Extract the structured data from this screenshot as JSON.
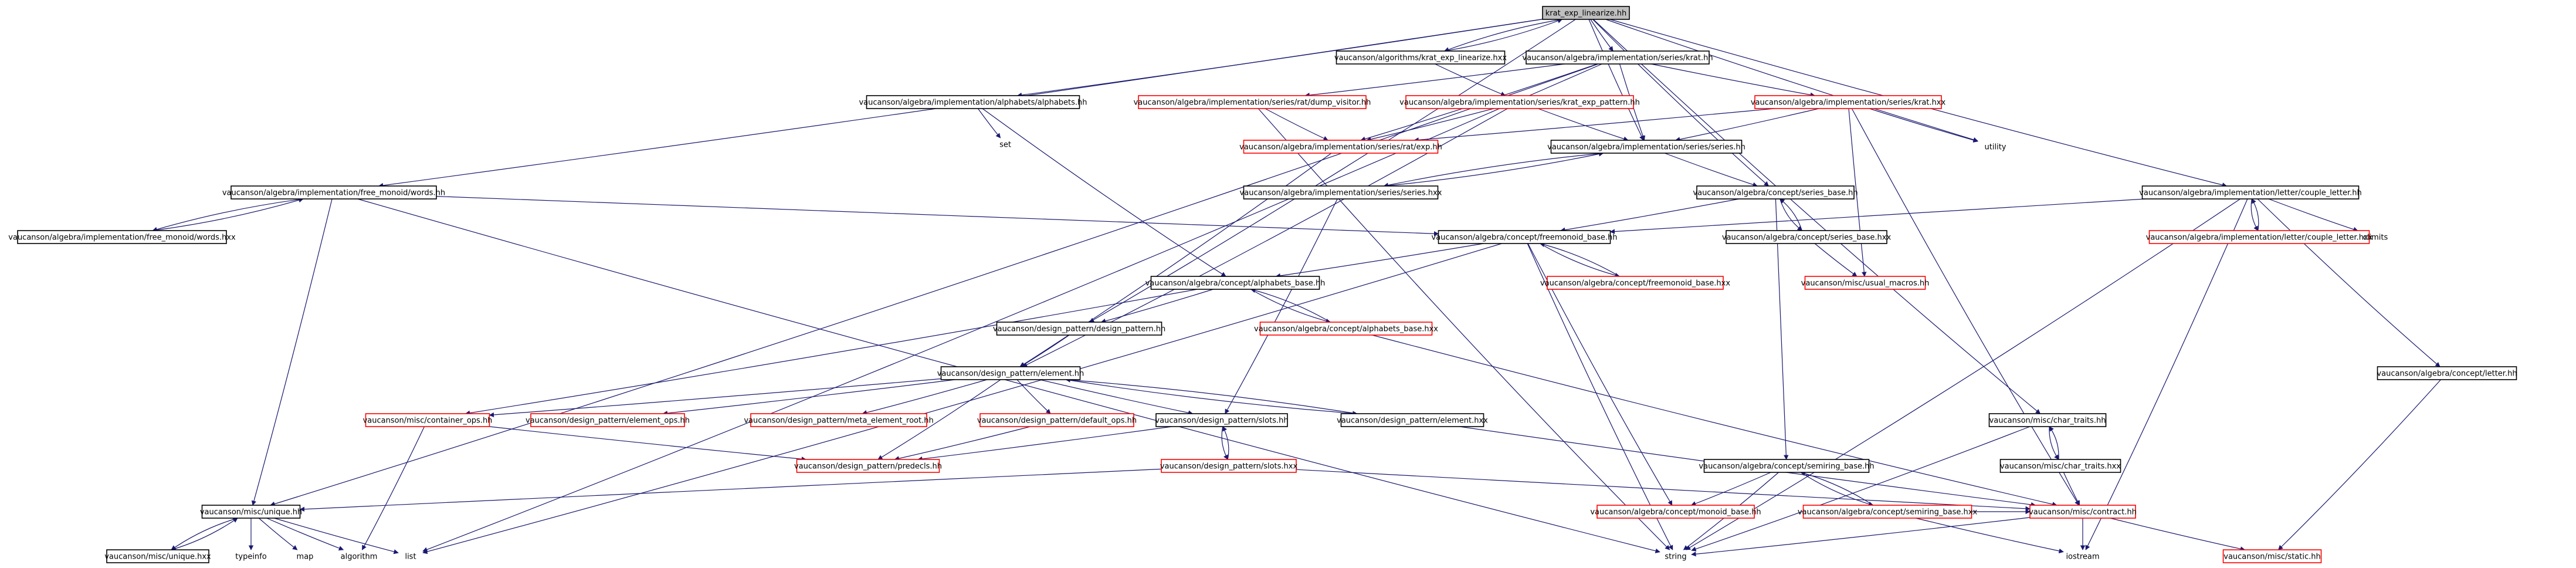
{
  "graph": {
    "edge_color": "#191970",
    "documented_border": "#000000",
    "undocumented_border": "#ff0000",
    "root_fill": "#bfbfbf",
    "nodes": [
      {
        "id": "root",
        "label": "krat_exp_linearize.hh",
        "kind": "root"
      },
      {
        "id": "alg_krat_exp_lin_hxx",
        "label": "vaucanson/algorithms/krat_exp_linearize.hxx",
        "kind": "doc"
      },
      {
        "id": "series_krat_hh",
        "label": "vaucanson/algebra/implementation/series/krat.hh",
        "kind": "doc"
      },
      {
        "id": "alphabets_hh",
        "label": "vaucanson/algebra/implementation/alphabets/alphabets.hh",
        "kind": "doc"
      },
      {
        "id": "dump_visitor",
        "label": "vaucanson/algebra/implementation/series/rat/dump_visitor.hh",
        "kind": "undoc"
      },
      {
        "id": "krat_exp_pattern",
        "label": "vaucanson/algebra/implementation/series/krat_exp_pattern.hh",
        "kind": "undoc"
      },
      {
        "id": "krat_hxx",
        "label": "vaucanson/algebra/implementation/series/krat.hxx",
        "kind": "undoc"
      },
      {
        "id": "set",
        "label": "set",
        "kind": "ext"
      },
      {
        "id": "utility",
        "label": "utility",
        "kind": "ext"
      },
      {
        "id": "rat_exp",
        "label": "vaucanson/algebra/implementation/series/rat/exp.hh",
        "kind": "undoc"
      },
      {
        "id": "series_hh",
        "label": "vaucanson/algebra/implementation/series/series.hh",
        "kind": "doc"
      },
      {
        "id": "series_hxx",
        "label": "vaucanson/algebra/implementation/series/series.hxx",
        "kind": "doc"
      },
      {
        "id": "words_hh",
        "label": "vaucanson/algebra/implementation/free_monoid/words.hh",
        "kind": "doc"
      },
      {
        "id": "words_hxx",
        "label": "vaucanson/algebra/implementation/free_monoid/words.hxx",
        "kind": "doc"
      },
      {
        "id": "series_base_hh",
        "label": "vaucanson/algebra/concept/series_base.hh",
        "kind": "doc"
      },
      {
        "id": "couple_letter_hh",
        "label": "vaucanson/algebra/implementation/letter/couple_letter.hh",
        "kind": "doc"
      },
      {
        "id": "couple_letter_hxx",
        "label": "vaucanson/algebra/implementation/letter/couple_letter.hxx",
        "kind": "undoc"
      },
      {
        "id": "climits",
        "label": "climits",
        "kind": "ext"
      },
      {
        "id": "freemonoid_base_hh",
        "label": "vaucanson/algebra/concept/freemonoid_base.hh",
        "kind": "doc"
      },
      {
        "id": "series_base_hxx",
        "label": "vaucanson/algebra/concept/series_base.hxx",
        "kind": "doc"
      },
      {
        "id": "freemonoid_base_hxx",
        "label": "vaucanson/algebra/concept/freemonoid_base.hxx",
        "kind": "undoc"
      },
      {
        "id": "usual_macros",
        "label": "vaucanson/misc/usual_macros.hh",
        "kind": "undoc"
      },
      {
        "id": "alphabets_base_hh",
        "label": "vaucanson/algebra/concept/alphabets_base.hh",
        "kind": "doc"
      },
      {
        "id": "alphabets_base_hxx",
        "label": "vaucanson/algebra/concept/alphabets_base.hxx",
        "kind": "undoc"
      },
      {
        "id": "design_pattern_hh",
        "label": "vaucanson/design_pattern/design_pattern.hh",
        "kind": "doc"
      },
      {
        "id": "letter_hh",
        "label": "vaucanson/algebra/concept/letter.hh",
        "kind": "doc"
      },
      {
        "id": "element_hh",
        "label": "vaucanson/design_pattern/element.hh",
        "kind": "doc"
      },
      {
        "id": "container_ops",
        "label": "vaucanson/misc/container_ops.hh",
        "kind": "undoc"
      },
      {
        "id": "element_ops",
        "label": "vaucanson/design_pattern/element_ops.hh",
        "kind": "undoc"
      },
      {
        "id": "meta_element_root",
        "label": "vaucanson/design_pattern/meta_element_root.hh",
        "kind": "undoc"
      },
      {
        "id": "default_ops",
        "label": "vaucanson/design_pattern/default_ops.hh",
        "kind": "undoc"
      },
      {
        "id": "slots_hh",
        "label": "vaucanson/design_pattern/slots.hh",
        "kind": "doc"
      },
      {
        "id": "element_hxx",
        "label": "vaucanson/design_pattern/element.hxx",
        "kind": "doc"
      },
      {
        "id": "char_traits_hh",
        "label": "vaucanson/misc/char_traits.hh",
        "kind": "doc"
      },
      {
        "id": "char_traits_hxx",
        "label": "vaucanson/misc/char_traits.hxx",
        "kind": "doc"
      },
      {
        "id": "predecls",
        "label": "vaucanson/design_pattern/predecls.hh",
        "kind": "undoc"
      },
      {
        "id": "slots_hxx",
        "label": "vaucanson/design_pattern/slots.hxx",
        "kind": "undoc"
      },
      {
        "id": "semiring_base_hh",
        "label": "vaucanson/algebra/concept/semiring_base.hh",
        "kind": "doc"
      },
      {
        "id": "unique_hh",
        "label": "vaucanson/misc/unique.hh",
        "kind": "doc"
      },
      {
        "id": "monoid_base",
        "label": "vaucanson/algebra/concept/monoid_base.hh",
        "kind": "undoc"
      },
      {
        "id": "semiring_base_hxx",
        "label": "vaucanson/algebra/concept/semiring_base.hxx",
        "kind": "undoc"
      },
      {
        "id": "contract_hh",
        "label": "vaucanson/misc/contract.hh",
        "kind": "undoc"
      },
      {
        "id": "unique_hxx",
        "label": "vaucanson/misc/unique.hxx",
        "kind": "doc"
      },
      {
        "id": "typeinfo",
        "label": "typeinfo",
        "kind": "ext"
      },
      {
        "id": "map",
        "label": "map",
        "kind": "ext"
      },
      {
        "id": "algorithm",
        "label": "algorithm",
        "kind": "ext"
      },
      {
        "id": "list",
        "label": "list",
        "kind": "ext"
      },
      {
        "id": "string",
        "label": "string",
        "kind": "ext"
      },
      {
        "id": "iostream",
        "label": "iostream",
        "kind": "ext"
      },
      {
        "id": "static_hh",
        "label": "vaucanson/misc/static.hh",
        "kind": "undoc"
      }
    ],
    "edges": [
      [
        "root",
        "alg_krat_exp_lin_hxx"
      ],
      [
        "alg_krat_exp_lin_hxx",
        "root"
      ],
      [
        "root",
        "series_krat_hh"
      ],
      [
        "root",
        "alphabets_hh"
      ],
      [
        "root",
        "words_hh"
      ],
      [
        "root",
        "couple_letter_hh"
      ],
      [
        "root",
        "char_traits_hh"
      ],
      [
        "root",
        "series_hh"
      ],
      [
        "root",
        "series_base_hh"
      ],
      [
        "root",
        "design_pattern_hh"
      ],
      [
        "root",
        "utility"
      ],
      [
        "alg_krat_exp_lin_hxx",
        "krat_exp_pattern"
      ],
      [
        "series_krat_hh",
        "dump_visitor"
      ],
      [
        "series_krat_hh",
        "krat_hxx"
      ],
      [
        "series_krat_hh",
        "rat_exp"
      ],
      [
        "series_krat_hh",
        "series_hh"
      ],
      [
        "series_krat_hh",
        "unique_hh"
      ],
      [
        "series_krat_hh",
        "list"
      ],
      [
        "alphabets_hh",
        "set"
      ],
      [
        "alphabets_hh",
        "alphabets_base_hh"
      ],
      [
        "dump_visitor",
        "rat_exp"
      ],
      [
        "dump_visitor",
        "string"
      ],
      [
        "krat_exp_pattern",
        "rat_exp"
      ],
      [
        "krat_exp_pattern",
        "series_hh"
      ],
      [
        "krat_exp_pattern",
        "element_hh"
      ],
      [
        "krat_hxx",
        "rat_exp"
      ],
      [
        "krat_hxx",
        "series_hh"
      ],
      [
        "krat_hxx",
        "utility"
      ],
      [
        "krat_hxx",
        "usual_macros"
      ],
      [
        "krat_hxx",
        "contract_hh"
      ],
      [
        "rat_exp",
        "element_hh"
      ],
      [
        "series_hh",
        "series_hxx"
      ],
      [
        "series_hxx",
        "series_hh"
      ],
      [
        "series_hh",
        "series_base_hh"
      ],
      [
        "series_hxx",
        "slots_hh"
      ],
      [
        "words_hh",
        "words_hxx"
      ],
      [
        "words_hxx",
        "words_hh"
      ],
      [
        "words_hh",
        "freemonoid_base_hh"
      ],
      [
        "words_hh",
        "unique_hh"
      ],
      [
        "words_hh",
        "string"
      ],
      [
        "series_base_hh",
        "freemonoid_base_hh"
      ],
      [
        "series_base_hh",
        "series_base_hxx"
      ],
      [
        "series_base_hxx",
        "series_base_hh"
      ],
      [
        "series_base_hh",
        "semiring_base_hh"
      ],
      [
        "series_base_hxx",
        "usual_macros"
      ],
      [
        "couple_letter_hh",
        "couple_letter_hxx"
      ],
      [
        "couple_letter_hxx",
        "couple_letter_hh"
      ],
      [
        "couple_letter_hh",
        "climits"
      ],
      [
        "couple_letter_hh",
        "freemonoid_base_hh"
      ],
      [
        "couple_letter_hh",
        "letter_hh"
      ],
      [
        "couple_letter_hh",
        "string"
      ],
      [
        "couple_letter_hh",
        "iostream"
      ],
      [
        "freemonoid_base_hh",
        "freemonoid_base_hxx"
      ],
      [
        "freemonoid_base_hxx",
        "freemonoid_base_hh"
      ],
      [
        "freemonoid_base_hh",
        "alphabets_base_hh"
      ],
      [
        "freemonoid_base_hh",
        "monoid_base"
      ],
      [
        "freemonoid_base_hh",
        "string"
      ],
      [
        "freemonoid_base_hh",
        "list"
      ],
      [
        "alphabets_base_hh",
        "alphabets_base_hxx"
      ],
      [
        "alphabets_base_hxx",
        "alphabets_base_hh"
      ],
      [
        "alphabets_base_hh",
        "design_pattern_hh"
      ],
      [
        "alphabets_base_hh",
        "container_ops"
      ],
      [
        "alphabets_base_hxx",
        "contract_hh"
      ],
      [
        "design_pattern_hh",
        "element_hh"
      ],
      [
        "letter_hh",
        "static_hh"
      ],
      [
        "element_hh",
        "element_hxx"
      ],
      [
        "element_hxx",
        "element_hh"
      ],
      [
        "element_hh",
        "container_ops"
      ],
      [
        "element_hh",
        "element_ops"
      ],
      [
        "element_hh",
        "meta_element_root"
      ],
      [
        "element_hh",
        "default_ops"
      ],
      [
        "element_hh",
        "slots_hh"
      ],
      [
        "element_hh",
        "predecls"
      ],
      [
        "container_ops",
        "predecls"
      ],
      [
        "container_ops",
        "algorithm"
      ],
      [
        "default_ops",
        "predecls"
      ],
      [
        "element_hxx",
        "contract_hh"
      ],
      [
        "slots_hh",
        "slots_hxx"
      ],
      [
        "slots_hxx",
        "slots_hh"
      ],
      [
        "slots_hh",
        "predecls"
      ],
      [
        "slots_hxx",
        "unique_hh"
      ],
      [
        "slots_hxx",
        "contract_hh"
      ],
      [
        "char_traits_hh",
        "char_traits_hxx"
      ],
      [
        "char_traits_hxx",
        "char_traits_hh"
      ],
      [
        "char_traits_hh",
        "string"
      ],
      [
        "char_traits_hxx",
        "contract_hh"
      ],
      [
        "semiring_base_hh",
        "semiring_base_hxx"
      ],
      [
        "semiring_base_hxx",
        "semiring_base_hh"
      ],
      [
        "semiring_base_hh",
        "monoid_base"
      ],
      [
        "semiring_base_hh",
        "string"
      ],
      [
        "semiring_base_hxx",
        "contract_hh"
      ],
      [
        "semiring_base_hxx",
        "iostream"
      ],
      [
        "unique_hh",
        "unique_hxx"
      ],
      [
        "unique_hxx",
        "unique_hh"
      ],
      [
        "unique_hh",
        "typeinfo"
      ],
      [
        "unique_hh",
        "map"
      ],
      [
        "unique_hh",
        "algorithm"
      ],
      [
        "unique_hh",
        "list"
      ],
      [
        "contract_hh",
        "string"
      ],
      [
        "contract_hh",
        "iostream"
      ],
      [
        "contract_hh",
        "static_hh"
      ]
    ]
  }
}
